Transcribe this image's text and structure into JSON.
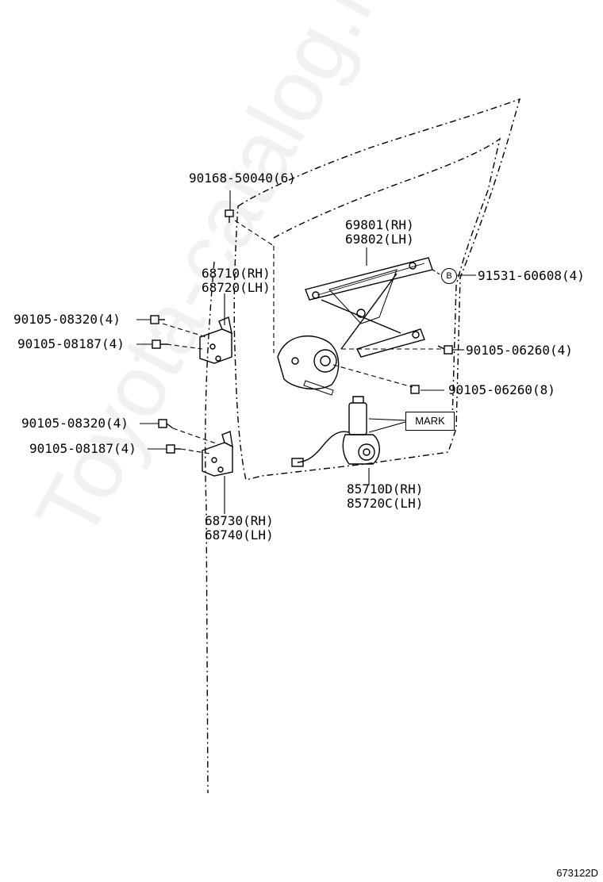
{
  "watermark": "Toyota-catalog.ru",
  "diagram_code": "673122D",
  "mark_label": "MARK",
  "b_label": "B",
  "parts": {
    "bolt_top": "90168-50040(6)",
    "regulator_rh": "69801(RH)",
    "regulator_lh": "69802(LH)",
    "bolt_b": "91531-60608(4)",
    "hinge_upper_rh": "68710(RH)",
    "hinge_upper_lh": "68720(LH)",
    "bolt_upper_1": "90105-08320(4)",
    "bolt_upper_2": "90105-08187(4)",
    "bolt_reg_1": "90105-06260(4)",
    "bolt_reg_2": "90105-06260(8)",
    "bolt_lower_1": "90105-08320(4)",
    "bolt_lower_2": "90105-08187(4)",
    "motor_rh": "85710D(RH)",
    "motor_lh": "85720C(LH)",
    "hinge_lower_rh": "68730(RH)",
    "hinge_lower_lh": "68740(LH)"
  }
}
